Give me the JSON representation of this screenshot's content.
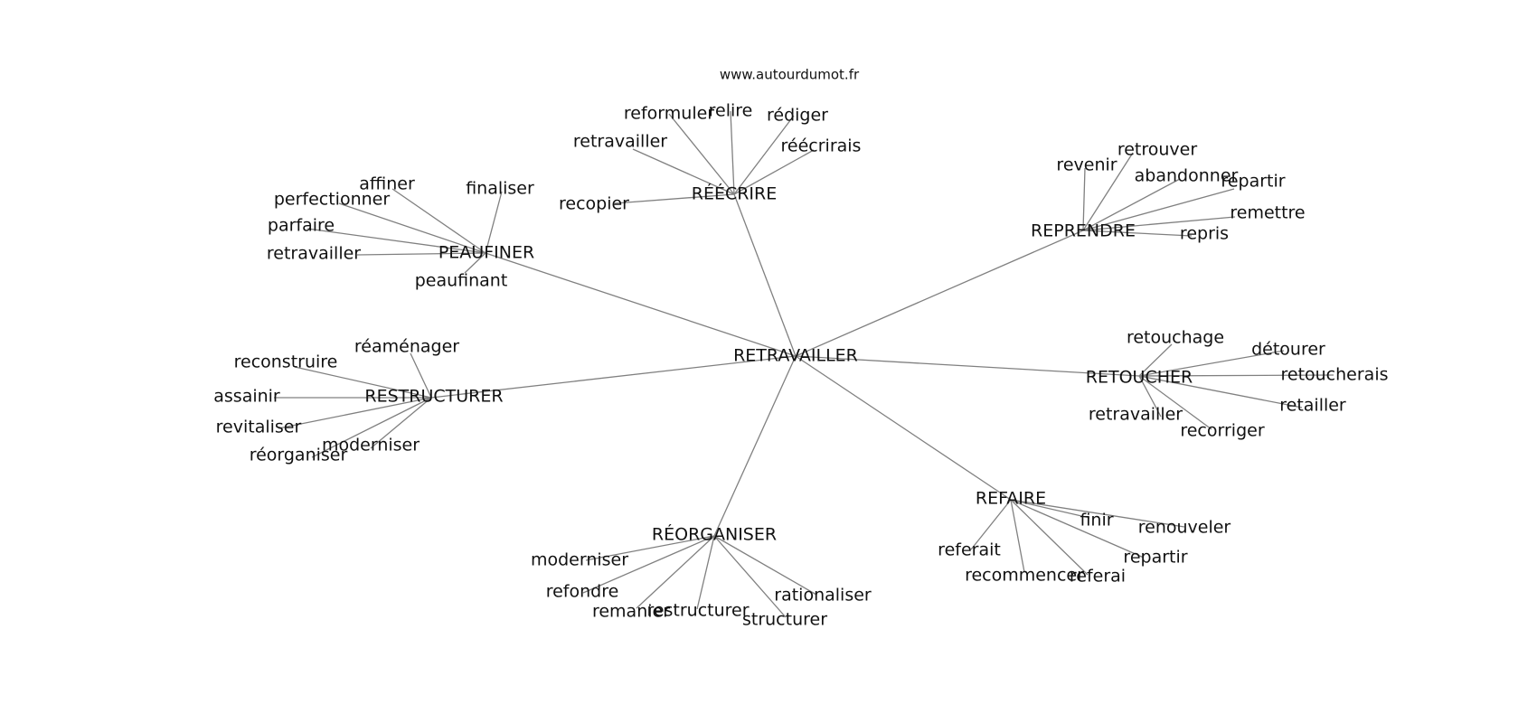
{
  "site": "www.autourdumot.fr",
  "graph": {
    "center": {
      "id": "c",
      "label": "RETRAVAILLER"
    },
    "hubs": [
      {
        "id": "h1",
        "label": "RÉÉCRIRE",
        "leaves": [
          {
            "id": "h1_1",
            "label": "reformuler"
          },
          {
            "id": "h1_2",
            "label": "relire"
          },
          {
            "id": "h1_3",
            "label": "rédiger"
          },
          {
            "id": "h1_4",
            "label": "retravailler"
          },
          {
            "id": "h1_5",
            "label": "réécrirais"
          },
          {
            "id": "h1_6",
            "label": "recopier"
          }
        ]
      },
      {
        "id": "h2",
        "label": "PEAUFINER",
        "leaves": [
          {
            "id": "h2_1",
            "label": "affiner"
          },
          {
            "id": "h2_2",
            "label": "finaliser"
          },
          {
            "id": "h2_3",
            "label": "perfectionner"
          },
          {
            "id": "h2_4",
            "label": "parfaire"
          },
          {
            "id": "h2_5",
            "label": "retravailler"
          },
          {
            "id": "h2_6",
            "label": "peaufinant"
          }
        ]
      },
      {
        "id": "h3",
        "label": "REPRENDRE",
        "leaves": [
          {
            "id": "h3_1",
            "label": "retrouver"
          },
          {
            "id": "h3_2",
            "label": "revenir"
          },
          {
            "id": "h3_3",
            "label": "abandonner"
          },
          {
            "id": "h3_4",
            "label": "repartir"
          },
          {
            "id": "h3_5",
            "label": "remettre"
          },
          {
            "id": "h3_6",
            "label": "repris"
          }
        ]
      },
      {
        "id": "h4",
        "label": "RESTRUCTURER",
        "leaves": [
          {
            "id": "h4_1",
            "label": "réaménager"
          },
          {
            "id": "h4_2",
            "label": "reconstruire"
          },
          {
            "id": "h4_3",
            "label": "assainir"
          },
          {
            "id": "h4_4",
            "label": "revitaliser"
          },
          {
            "id": "h4_5",
            "label": "moderniser"
          },
          {
            "id": "h4_6",
            "label": "réorganiser"
          }
        ]
      },
      {
        "id": "h5",
        "label": "RETOUCHER",
        "leaves": [
          {
            "id": "h5_1",
            "label": "retouchage"
          },
          {
            "id": "h5_2",
            "label": "détourer"
          },
          {
            "id": "h5_3",
            "label": "retoucherais"
          },
          {
            "id": "h5_4",
            "label": "retailler"
          },
          {
            "id": "h5_5",
            "label": "retravailler"
          },
          {
            "id": "h5_6",
            "label": "recorriger"
          }
        ]
      },
      {
        "id": "h6",
        "label": "REFAIRE",
        "leaves": [
          {
            "id": "h6_1",
            "label": "finir"
          },
          {
            "id": "h6_2",
            "label": "renouveler"
          },
          {
            "id": "h6_3",
            "label": "referait"
          },
          {
            "id": "h6_4",
            "label": "repartir"
          },
          {
            "id": "h6_5",
            "label": "recommencer"
          },
          {
            "id": "h6_6",
            "label": "referai"
          }
        ]
      },
      {
        "id": "h7",
        "label": "RÉORGANISER",
        "leaves": [
          {
            "id": "h7_1",
            "label": "moderniser"
          },
          {
            "id": "h7_2",
            "label": "refondre"
          },
          {
            "id": "h7_3",
            "label": "rationaliser"
          },
          {
            "id": "h7_4",
            "label": "remanier"
          },
          {
            "id": "h7_5",
            "label": "restructurer"
          },
          {
            "id": "h7_6",
            "label": "structurer"
          }
        ]
      }
    ]
  }
}
